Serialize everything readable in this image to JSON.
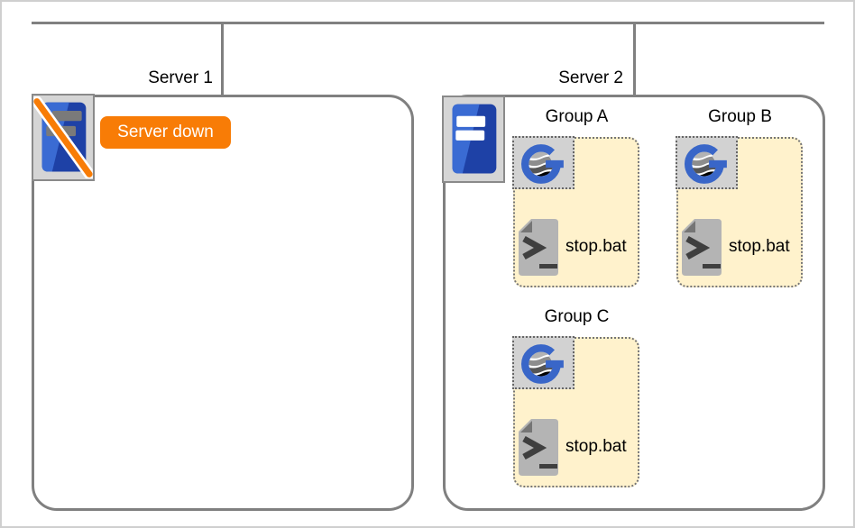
{
  "diagram_type": "server-group-deployment-diagram",
  "servers": [
    {
      "label": "Server 1",
      "status": "down",
      "badge": "Server down",
      "groups": []
    },
    {
      "label": "Server 2",
      "status": "up",
      "groups": [
        {
          "label": "Group A",
          "script": "stop.bat"
        },
        {
          "label": "Group B",
          "script": "stop.bat"
        },
        {
          "label": "Group C",
          "script": "stop.bat"
        }
      ]
    }
  ],
  "icons": {
    "server_up": "server-tower-icon",
    "server_down": "server-tower-slash-icon",
    "gateway": "gateway-g-globe-icon",
    "batch_script": "batch-file-icon"
  },
  "colors": {
    "status_down_orange": "#F87C06",
    "server_blue_light": "#3A6BD3",
    "server_blue_dark": "#1E41A6",
    "gateway_blue": "#3966C8",
    "group_fill_cream": "#FFF2CC",
    "connector_gray": "#808080",
    "icon_frame_gray": "#D5D5D5"
  }
}
